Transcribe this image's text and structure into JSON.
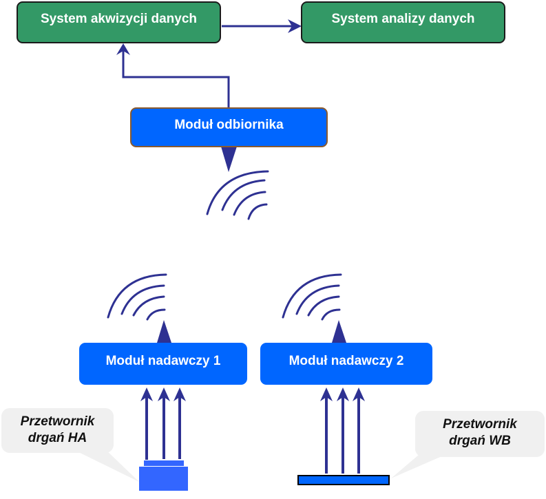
{
  "boxes": {
    "acquisition": "System akwizycji danych",
    "analysis": "System analizy danych",
    "receiver": "Moduł odbiornika",
    "transmitter1": "Moduł nadawczy 1",
    "transmitter2": "Moduł nadawczy 2"
  },
  "callouts": {
    "ha": {
      "line1": "Przetwornik",
      "line2": "drgań HA"
    },
    "wb": {
      "line1": "Przetwornik",
      "line2": "drgań WB"
    }
  },
  "colors": {
    "green_box": "#339966",
    "blue_box": "#0066ff",
    "arrow": "#2e3192",
    "sensor": "#3366ff",
    "callout_bg": "#f0f0f0"
  }
}
